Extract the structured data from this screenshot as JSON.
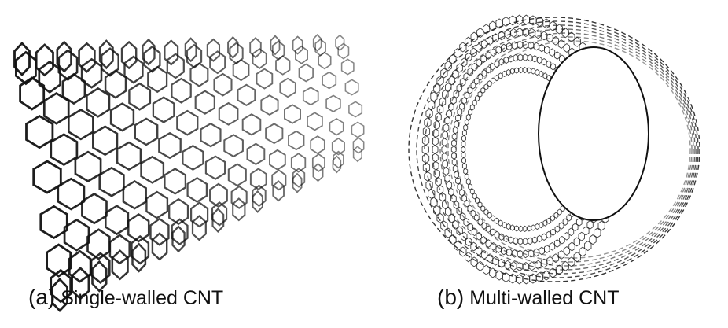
{
  "figure": {
    "panel_a": {
      "tag": "(a)",
      "caption": "Single-walled CNT"
    },
    "panel_b": {
      "tag": "(b)",
      "caption": "Multi-walled CNT"
    }
  },
  "colors": {
    "ink": "#111111",
    "background": "#ffffff"
  }
}
